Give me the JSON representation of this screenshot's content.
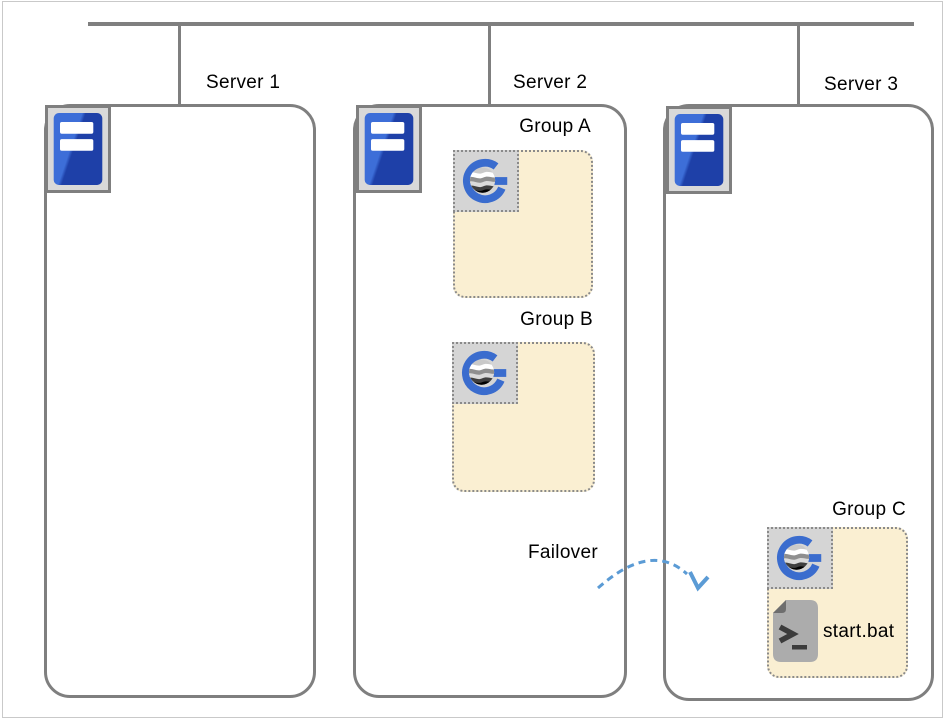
{
  "servers": [
    {
      "label": "Server 1"
    },
    {
      "label": "Server 2"
    },
    {
      "label": "Server 3"
    }
  ],
  "groups": {
    "a": {
      "label": "Group A"
    },
    "b": {
      "label": "Group B"
    },
    "c": {
      "label": "Group C",
      "file_label": "start.bat"
    }
  },
  "failover": {
    "label": "Failover"
  },
  "icons": {
    "server": "server-tower-icon",
    "application": "application-logo-icon",
    "batch_file": "batch-file-icon",
    "failover_arrow": "failover-arrow-icon"
  },
  "colors": {
    "line_gray": "#7F7F7F",
    "frame_gray": "#C9C9C9",
    "dot_gray": "#8A8A8A",
    "group_fill": "#FAEFD2",
    "icon_box_fill": "#D5D5D5",
    "server_icon_fill": "#D9D9D9",
    "server_blue_light": "#3D6ED8",
    "server_blue_dark": "#1E40A8",
    "logo_blue": "#3A6CCE",
    "failover_blue": "#5B9BD5"
  }
}
